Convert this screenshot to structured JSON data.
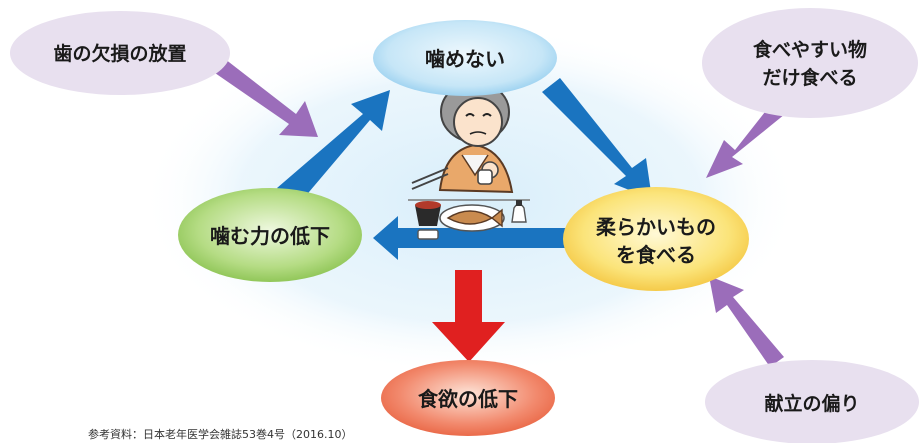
{
  "center_cycle": {
    "top": "噛めない",
    "right_line1": "柔らかいもの",
    "right_line2": "を食べる",
    "left": "噛む力の低下"
  },
  "bottom_result": "食欲の低下",
  "causes": {
    "top_left": "歯の欠損の放置",
    "top_right_line1": "食べやすい物",
    "top_right_line2": "だけ食べる",
    "bottom_right": "献立の偏り"
  },
  "reference": "参考資料：日本老年医学会雑誌53巻4号（2016.10）",
  "colors": {
    "cycle_arrow": "#1a74c0",
    "cause_arrow": "#9b6dba",
    "result_arrow": "#e02020",
    "top_node": "#c6e6f7",
    "right_node": "#fbe47a",
    "left_node": "#b5dc84",
    "bottom_node": "#f28a6e",
    "cause_node": "#e8e0ef"
  }
}
